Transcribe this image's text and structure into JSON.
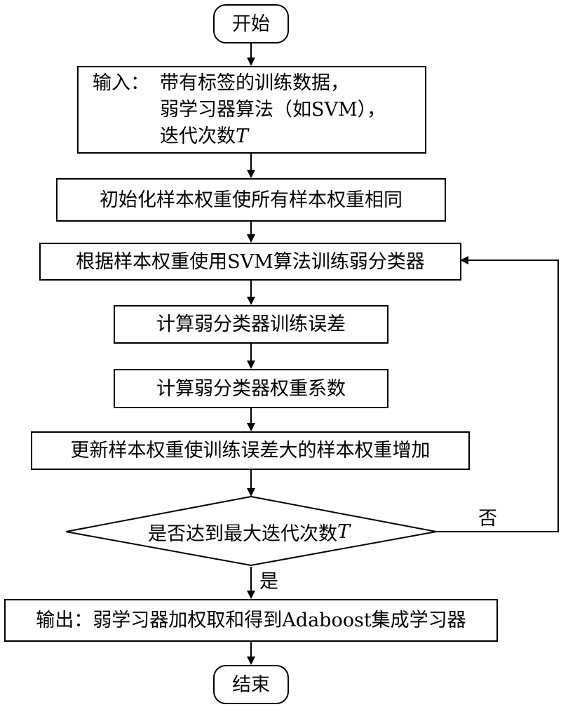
{
  "flowchart": {
    "start": "开始",
    "input": {
      "label": "输入：",
      "line1": "带有标签的训练数据，",
      "line2": "弱学习器算法（如SVM），",
      "line3_text": "迭代次数",
      "line3_var": "T"
    },
    "init": "初始化样本权重使所有样本权重相同",
    "train": "根据样本权重使用SVM算法训练弱分类器",
    "error": "计算弱分类器训练误差",
    "coef": "计算弱分类器权重系数",
    "update": "更新样本权重使训练误差大的样本权重增加",
    "decision": {
      "text": "是否达到最大迭代次数",
      "var": "T"
    },
    "no_label": "否",
    "yes_label": "是",
    "output": "输出：弱学习器加权取和得到Adaboost集成学习器",
    "end": "结束"
  }
}
